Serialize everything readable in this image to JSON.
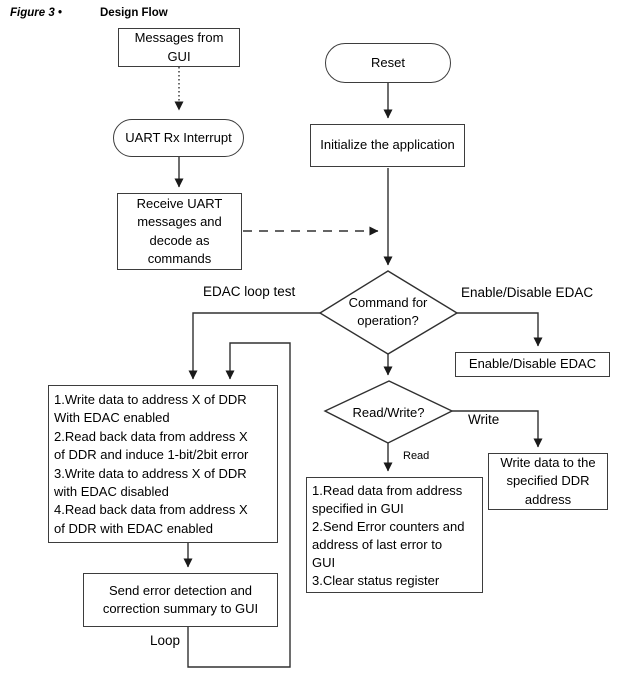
{
  "figure": {
    "label": "Figure 3 •",
    "title": "Design Flow"
  },
  "nodes": {
    "messages_from_gui": "Messages from\nGUI",
    "uart_rx_interrupt": "UART Rx Interrupt",
    "receive_uart": "Receive UART\nmessages and\ndecode as\ncommands",
    "reset": "Reset",
    "initialize": "Initialize the application",
    "command_for_operation": "Command for\noperation?",
    "enable_disable_edac_box": "Enable/Disable EDAC",
    "read_write": "Read/Write?",
    "write_ddr": "Write  data to the\nspecified DDR\naddress",
    "read_steps": "1.Read data from address\nspecified in GUI\n2.Send Error counters and\naddress of last error to\nGUI\n3.Clear status register",
    "edac_loop_steps": " 1.Write data to address X of DDR\nWith  EDAC enabled\n2.Read back data from address X\nof DDR and induce 1-bit/2bit error\n3.Write data to address X of DDR\nwith EDAC disabled\n4.Read back data from address X\nof DDR with EDAC enabled",
    "send_summary": "Send error detection and\ncorrection summary to GUI"
  },
  "edge_labels": {
    "edac_loop_test": "EDAC loop test",
    "enable_disable_edac": "Enable/Disable EDAC",
    "write": "Write",
    "read": "Read",
    "loop": "Loop"
  },
  "colors": {
    "line": "#303030",
    "border": "#3d3d3d",
    "arrow": "#1a1a1a",
    "background": "#ffffff",
    "text": "#000000"
  }
}
